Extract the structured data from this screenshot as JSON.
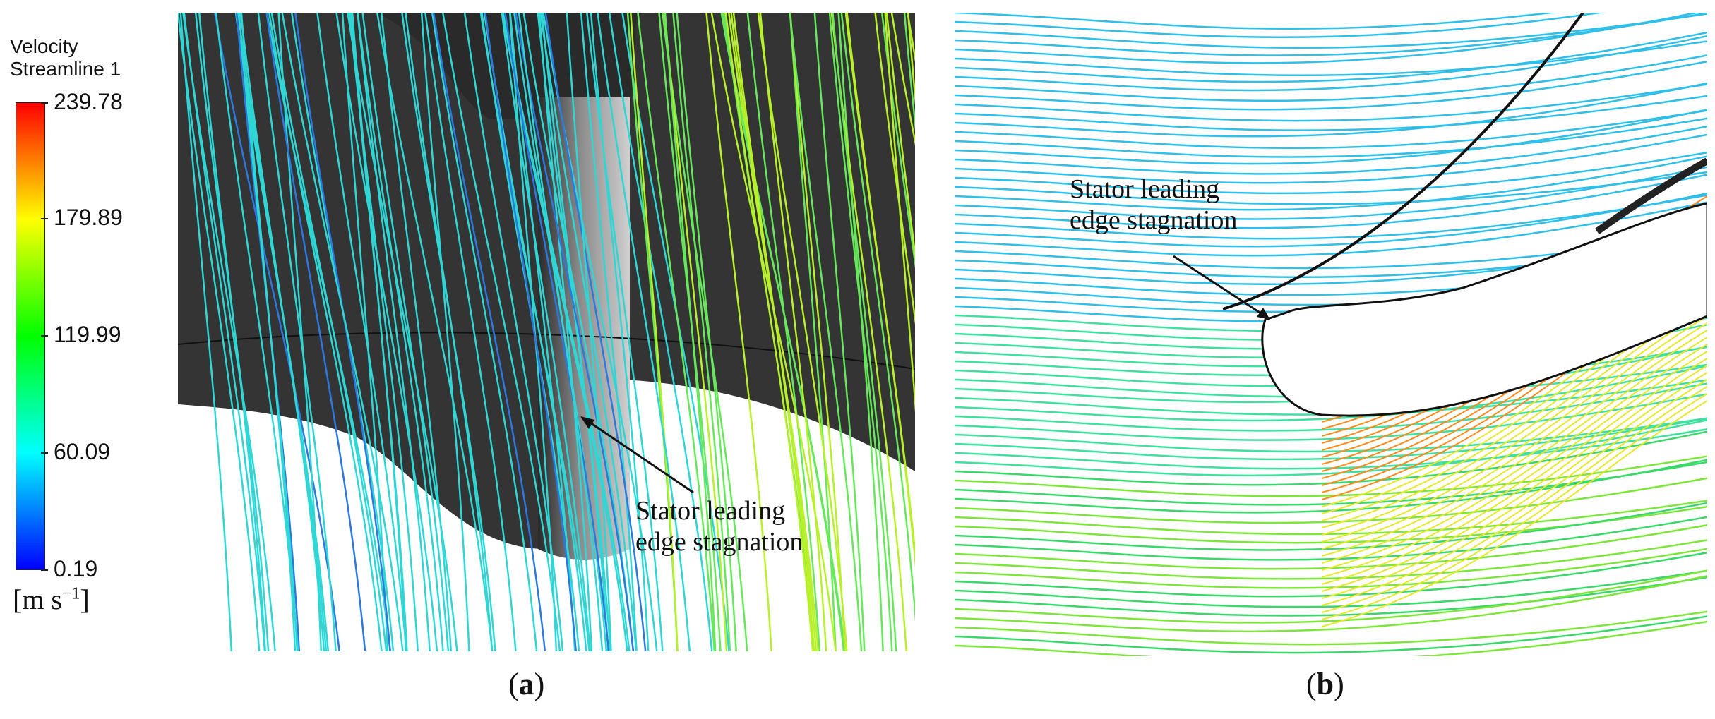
{
  "legend": {
    "title_line1": "Velocity",
    "title_line2": "Streamline 1",
    "ticks": [
      "239.78",
      "179.89",
      "119.99",
      "60.09",
      "0.19"
    ],
    "unit_text": "[m s",
    "unit_exp": "−1",
    "unit_close": "]",
    "colors": [
      "#ff0000",
      "#ffff00",
      "#00ff00",
      "#00ffff",
      "#0000ff"
    ]
  },
  "panel_a": {
    "annotation_line1": "Stator leading",
    "annotation_line2": "edge stagnation",
    "caption": "a"
  },
  "panel_b": {
    "annotation_line1": "Stator leading",
    "annotation_line2": "edge stagnation",
    "caption": "b"
  }
}
